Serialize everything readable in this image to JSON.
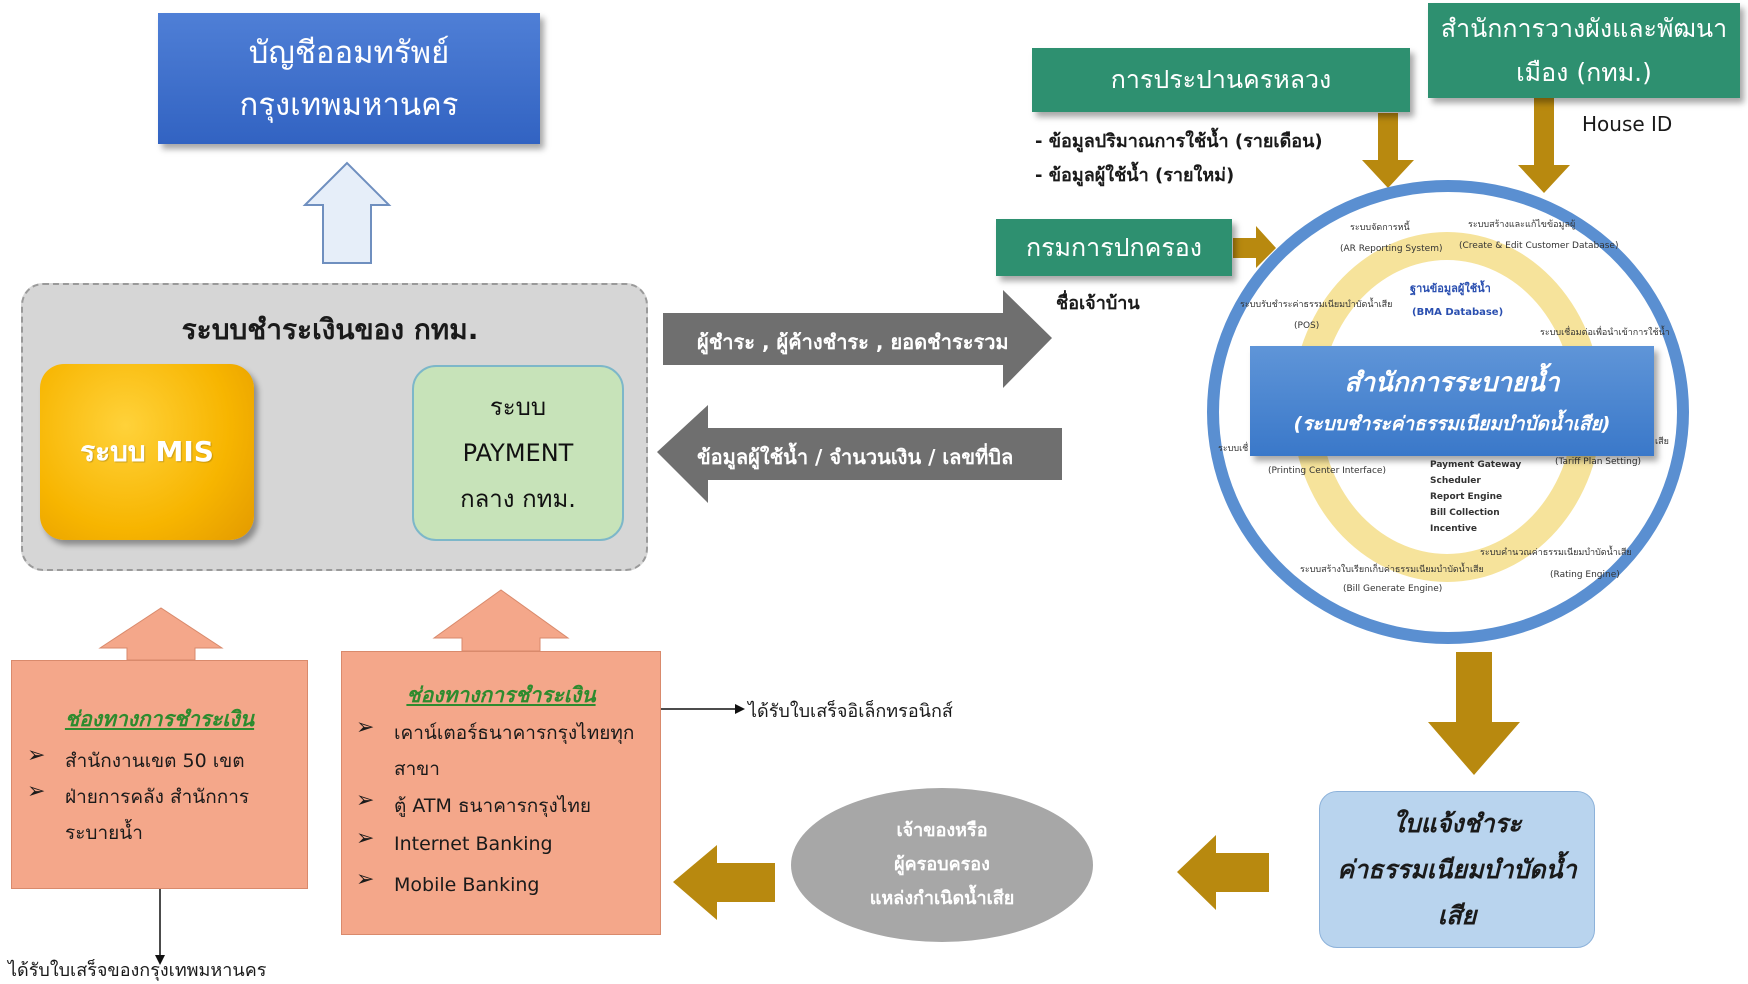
{
  "bma_account": {
    "line1": "บัญชีออมทรัพย์",
    "line2": "กรุงเทพมหานคร"
  },
  "payment_system": {
    "title": "ระบบชำระเงินของ กทม.",
    "mis_label": "ระบบ MIS",
    "central_payment": {
      "line1": "ระบบ",
      "line2": "PAYMENT",
      "line3": "กลาง กทม."
    }
  },
  "arrows": {
    "to_right_label": "ผู้ชำระ , ผู้ค้างชำระ , ยอดชำระรวม",
    "to_left_label": "ข้อมูลผู้ใช้น้ำ / จำนวนเงิน / เลขที่บิล"
  },
  "channels_left": {
    "title": "ช่องทางการชำระเงิน",
    "items": [
      {
        "mark": "➢",
        "lines": [
          "สำนักงานเขต 50 เขต"
        ]
      },
      {
        "mark": "➢",
        "lines": [
          "ฝ่ายการคลัง สำนักการ",
          "ระบายน้ำ"
        ]
      }
    ],
    "receipt_note": "ได้รับใบเสร็จของกรุงเทพมหานคร"
  },
  "channels_right": {
    "title": "ช่องทางการชำระเงิน",
    "items": [
      {
        "mark": "➢",
        "lines": [
          "เคาน์เตอร์ธนาคารกรุงไทยทุก",
          "สาขา"
        ]
      },
      {
        "mark": "➢",
        "lines": [
          "ตู้ ATM ธนาคารกรุงไทย"
        ]
      },
      {
        "mark": "➢",
        "lines": [
          "Internet Banking"
        ]
      },
      {
        "mark": "➢",
        "lines": [
          "Mobile Banking"
        ]
      }
    ],
    "receipt_note": "ได้รับใบเสร็จอิเล็กทรอนิกส์"
  },
  "sources": {
    "waterworks": "การประปานครหลวง",
    "waterworks_notes": [
      "- ข้อมูลปริมาณการใช้น้ำ (รายเดือน)",
      "- ข้อมูลผู้ใช้น้ำ (รายใหม่)"
    ],
    "city_planning_line1": "สำนักการวางผังและพัฒนา",
    "city_planning_line2": "เมือง (กทม.)",
    "city_planning_note": "House ID",
    "dopa": "กรมการปกครอง",
    "dopa_note": "ชื่อเจ้าบ้าน"
  },
  "cycle": {
    "center_title": "ฐานข้อมูลผู้ใช้น้ำ",
    "center_subtitle": "(BMA Database)",
    "drainage_title": "สำนักการระบายน้ำ",
    "drainage_subtitle": "(ระบบชำระค่าธรรมเนียมบำบัดน้ำเสีย)",
    "labels": [
      {
        "th": "ระบบจัดการหนี้",
        "en": "(AR Reporting System)"
      },
      {
        "th": "ระบบสร้างและแก้ไขข้อมูลผู้",
        "en": "(Create & Edit Customer Database)"
      },
      {
        "th": "ระบบรับชำระค่าธรรมเนียมบำบัดน้ำเสีย",
        "en": "(POS)"
      },
      {
        "th": "ระบบเชื่อมต่อเพื่อนำเข้าการใช้น้ำ",
        "en": ""
      },
      {
        "th": "ระบบเชื่",
        "en": "(Printing Center Interface)"
      },
      {
        "th": "เสีย",
        "en": "(Tariff Plan Setting)"
      },
      {
        "th": "ระบบคำนวณค่าธรรมเนียมบำบัดน้ำเสีย",
        "en": "(Rating Engine)"
      },
      {
        "th": "ระบบสร้างใบเรียกเก็บค่าธรรมเนียมบำบัดน้ำเสีย",
        "en": "(Bill Generate Engine)"
      }
    ],
    "inner_list": [
      "Payment Gateway",
      "Scheduler",
      "Report Engine",
      "Bill Collection",
      "Incentive"
    ]
  },
  "bill_notice": {
    "line1": "ใบแจ้งชำระ",
    "line2": "ค่าธรรมเนียมบำบัดน้ำ",
    "line3": "เสีย"
  },
  "owner": {
    "line1": "เจ้าของหรือ",
    "line2": "ผู้ครอบครอง",
    "line3": "แหล่งกำเนิดน้ำเสีย"
  },
  "colors": {
    "blue_box": "#3f71cc",
    "gray_panel": "#d6d6d6",
    "mis_yellow": "#f7b500",
    "payment_green": "#c7e3b9",
    "channel_salmon": "#f4a78a",
    "header_green": "#2e9070",
    "gold_arrow": "#b8890f",
    "dark_arrow": "#6f6f6f",
    "circle_blue": "#5a8fd1",
    "bill_blue": "#b9d4ee",
    "oval_gray": "#a7a7a7"
  }
}
